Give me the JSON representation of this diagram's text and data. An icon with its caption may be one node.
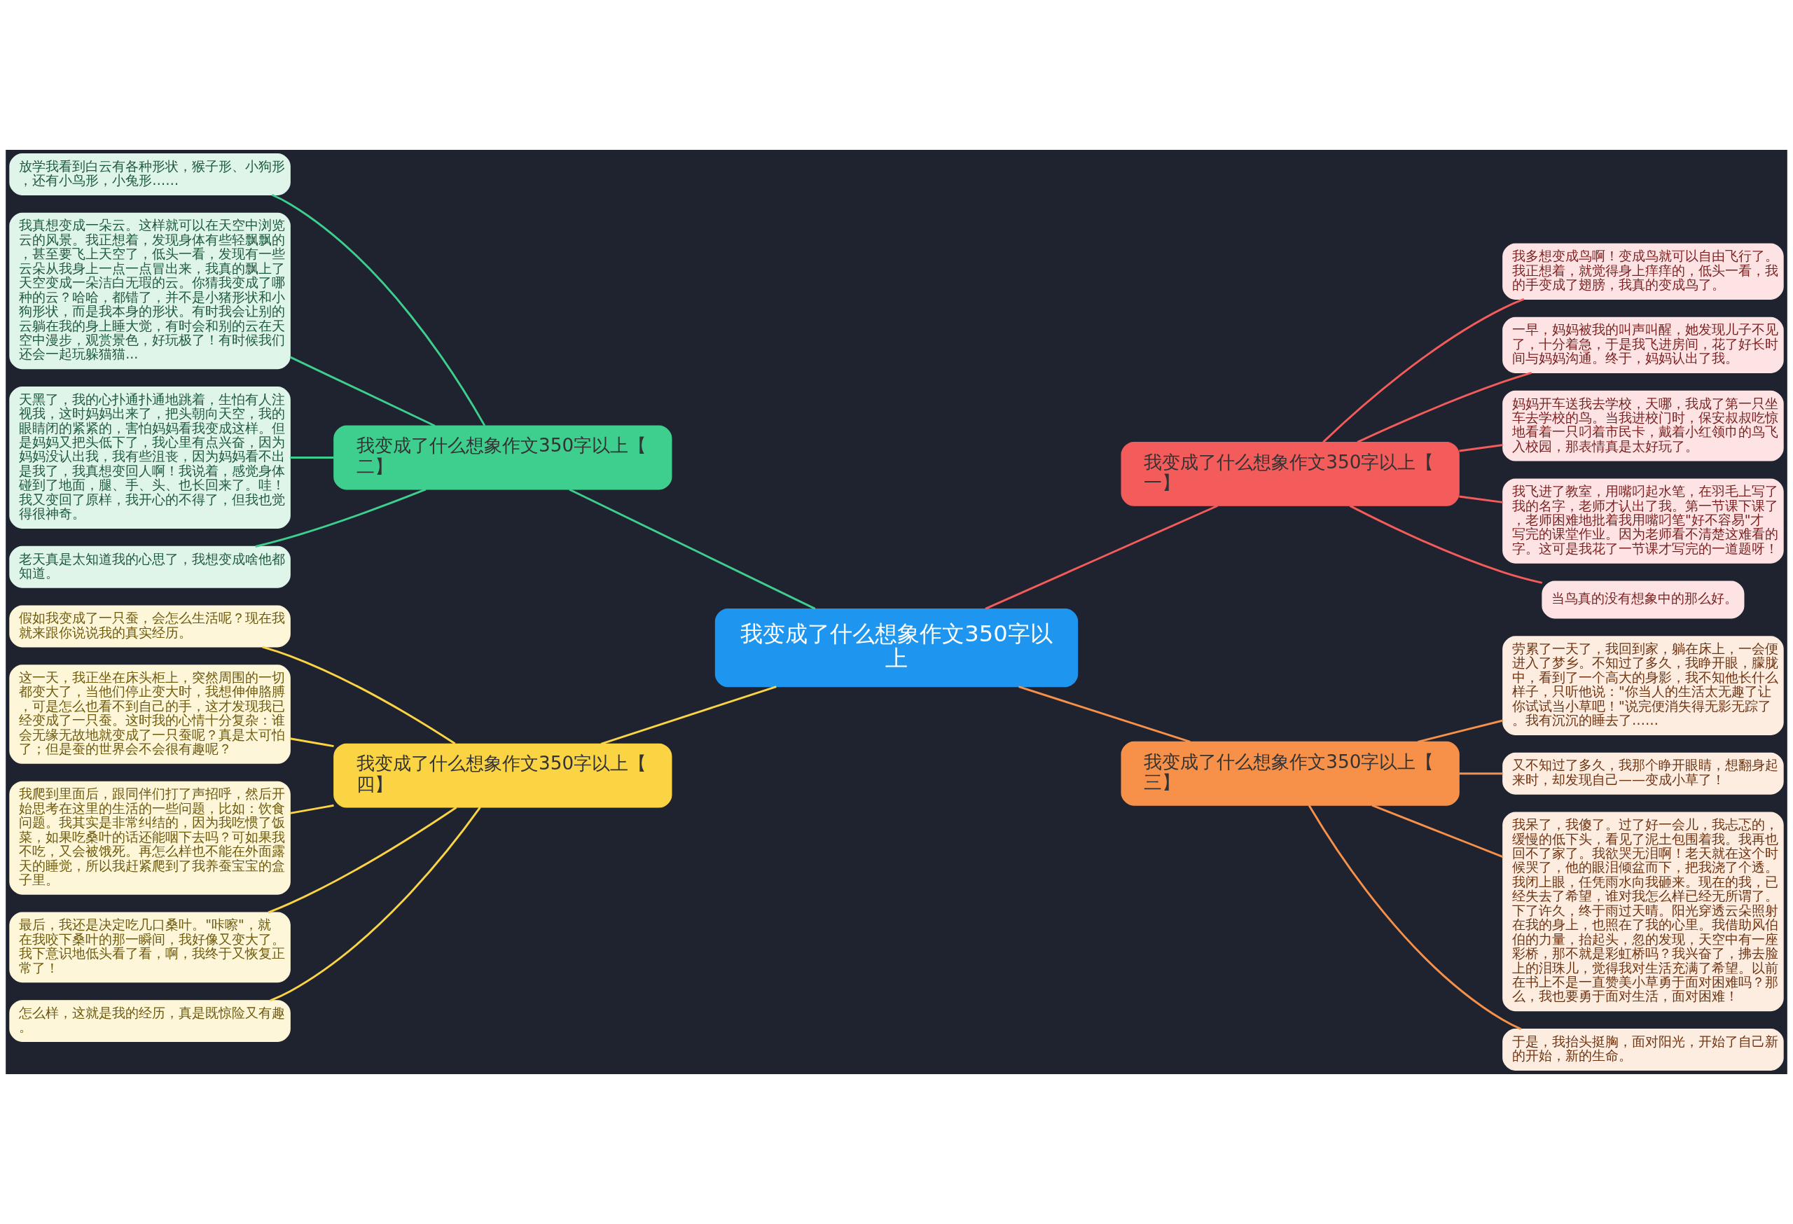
{
  "diagram": {
    "nodes": [
      {
        "text": [
          "我变成了什么想象作文350字以上"
        ]
      },
      {
        "text": [
          "我变成了什么想象作文350字以上【一】"
        ]
      },
      {
        "text": [
          "我多想变成鸟啊！变成鸟就可以自由飞行了。我正想着，就觉得身上痒痒的，低头一看，我的手变成了翅膀，我真的变成鸟了。"
        ]
      },
      {
        "text": [
          "一早，妈妈被我的叫声叫醒，她发现儿子不见了，十分着急，于是我飞进房间，花了好长时间与妈妈沟通。终于，妈妈认出了我。"
        ]
      },
      {
        "text": [
          "妈妈开车送我去学校，天哪，我成了第一只坐车去学校的鸟。当我进校门时，保安叔叔吃惊地看着一只叼着市民卡，戴着小红领巾的鸟飞入校园，那表情真是太好玩了。"
        ]
      },
      {
        "text": [
          "我飞进了教室，用嘴叼起水笔，在羽毛上写了我的名字，老师才认出了我。第一节课下课了，老师困难地批着我用嘴叼笔\"好不容易\"才写完的课堂作业。因为老师看不清楚这难看的字。这可是我花了一节课才写完的一道题呀！"
        ]
      },
      {
        "text": [
          "当鸟真的没有想象中的那么好。"
        ]
      },
      {
        "text": [
          "我变成了什么想象作文350字以上【二】"
        ]
      },
      {
        "text": [
          "放学我看到白云有各种形状，猴子形、小狗形，还有小鸟形，小兔形……"
        ]
      },
      {
        "text": [
          "我真想变成一朵云。这样就可以在天空中浏览云的风景。我正想着，发现身体有些轻飘飘的，甚至要飞上天空了，低头一看，发现有一些云朵从我身上一点一点冒出来，我真的飘上了天空变成一朵洁白无瑕的云。你猜我变成了哪种的云？哈哈，都错了，并不是小猪形状和小狗形状，而是我本身的形状。有时我会让别的云躺在我的身上睡大觉，有时会和别的云在天空中漫步，观赏景色，好玩极了！有时候我们还会一起玩躲猫猫..."
        ]
      },
      {
        "text": [
          "天黑了，我的心扑通扑通地跳着，生怕有人注视我，这时妈妈出来了，把头朝向天空，我的眼睛闭的紧紧的，害怕妈妈看我变成这样。但是妈妈又把头低下了，我心里有点兴奋，因为妈妈没认出我，我有些沮丧，因为妈妈看不出是我了，我真想变回人啊！我说着，感觉身体碰到了地面，腿、手、头、也长回来了。哇！我又变回了原样，我开心的不得了，但我也觉得很神奇。"
        ]
      },
      {
        "text": [
          "老天真是太知道我的心思了，我想变成啥他都知道。"
        ]
      },
      {
        "text": [
          "我变成了什么想象作文350字以上【三】"
        ]
      },
      {
        "text": [
          "劳累了一天了，我回到家，躺在床上，一会便进入了梦乡。不知过了多久，我睁开眼，朦胧中，看到了一个高大的身影，我不知他长什么样子，只听他说：\"你当人的生活太无趣了让你试试当小草吧！\"说完便消失得无影无踪了。我有沉沉的睡去了……"
        ]
      },
      {
        "text": [
          "又不知过了多久，我那个睁开眼睛，想翻身起来时，却发现自己——变成小草了！"
        ]
      },
      {
        "text": [
          "我呆了，我傻了。过了好一会儿，我忐忑的，缓慢的低下头，看见了泥土包围着我。我再也回不了家了。我欲哭无泪啊！老天就在这个时候哭了，他的眼泪倾盆而下，把我浇了个透。我闭上眼，任凭雨水向我砸来。现在的我，已经失去了希望，谁对我怎么样已经无所谓了。下了许久，终于雨过天晴。阳光穿透云朵照射在我的身上，也照在了我的心里。我借助风伯伯的力量，抬起头，忽的发现，天空中有一座彩桥，那不就是彩虹桥吗？我兴奋了，拂去脸上的泪珠儿，觉得我对生活充满了希望。以前在书上不是一直赞美小草勇于面对困难吗？那么，我也要勇于面对生活，面对困难！"
        ]
      },
      {
        "text": [
          "于是，我抬头挺胸，面对阳光，开始了自己新的开始，新的生命。"
        ]
      },
      {
        "text": [
          "我变成了什么想象作文350字以上【四】"
        ]
      },
      {
        "text": [
          "假如我变成了一只蚕，会怎么生活呢？现在我就来跟你说说我的真实经历。"
        ]
      },
      {
        "text": [
          "这一天，我正坐在床头柜上，突然周围的一切都变大了，当他们停止变大时，我想伸伸胳膊，可是怎么也看不到自己的手，这才发现我已经变成了一只蚕。这时我的心情十分复杂：谁会无缘无故地就变成了一只蚕呢？真是太可怕了；但是蚕的世界会不会很有趣呢？"
        ]
      },
      {
        "text": [
          "我爬到里面后，跟同伴们打了声招呼，然后开始思考在这里的生活的一些问题，比如：饮食问题。我其实是非常纠结的，因为我吃惯了饭菜，如果吃桑叶的话还能咽下去吗？可如果我不吃，又会被饿死。再怎么样也不能在外面露天的睡觉，所以我赶紧爬到了我养蚕宝宝的盒子里。"
        ]
      },
      {
        "text": [
          "最后，我还是决定吃几口桑叶。\"咔嚓\"，就在我咬下桑叶的那一瞬间，我好像又变大了。我下意识地低头看了看，啊，我终于又恢复正常了！"
        ]
      },
      {
        "text": [
          "怎么样，这就是我的经历，真是既惊险又有趣。"
        ]
      }
    ],
    "edges": [
      {
        "from": 0,
        "to": 1,
        "arrow": "none",
        "color": "#f45b5b"
      },
      {
        "from": 1,
        "to": 2,
        "arrow": "none",
        "color": "#f45b5b"
      },
      {
        "from": 1,
        "to": 3,
        "arrow": "none",
        "color": "#f45b5b"
      },
      {
        "from": 1,
        "to": 4,
        "arrow": "none",
        "color": "#f45b5b"
      },
      {
        "from": 1,
        "to": 5,
        "arrow": "none",
        "color": "#f45b5b"
      },
      {
        "from": 1,
        "to": 6,
        "arrow": "none",
        "color": "#f45b5b"
      },
      {
        "from": 0,
        "to": 7,
        "arrow": "none",
        "color": "#3ecf8e"
      },
      {
        "from": 7,
        "to": 8,
        "arrow": "none",
        "color": "#3ecf8e"
      },
      {
        "from": 7,
        "to": 9,
        "arrow": "none",
        "color": "#3ecf8e"
      },
      {
        "from": 7,
        "to": 10,
        "arrow": "none",
        "color": "#3ecf8e"
      },
      {
        "from": 7,
        "to": 11,
        "arrow": "none",
        "color": "#3ecf8e"
      },
      {
        "from": 0,
        "to": 12,
        "arrow": "none",
        "color": "#f7914a"
      },
      {
        "from": 12,
        "to": 13,
        "arrow": "none",
        "color": "#f7914a"
      },
      {
        "from": 12,
        "to": 14,
        "arrow": "none",
        "color": "#f7914a"
      },
      {
        "from": 12,
        "to": 15,
        "arrow": "none",
        "color": "#f7914a"
      },
      {
        "from": 12,
        "to": 16,
        "arrow": "none",
        "color": "#f7914a"
      },
      {
        "from": 0,
        "to": 17,
        "arrow": "none",
        "color": "#fbd444"
      },
      {
        "from": 17,
        "to": 18,
        "arrow": "none",
        "color": "#fbd444"
      },
      {
        "from": 17,
        "to": 19,
        "arrow": "none",
        "color": "#fbd444"
      },
      {
        "from": 17,
        "to": 20,
        "arrow": "none",
        "color": "#fbd444"
      },
      {
        "from": 17,
        "to": 21,
        "arrow": "none",
        "color": "#fbd444"
      },
      {
        "from": 17,
        "to": 22,
        "arrow": "none",
        "color": "#fbd444"
      }
    ]
  }
}
